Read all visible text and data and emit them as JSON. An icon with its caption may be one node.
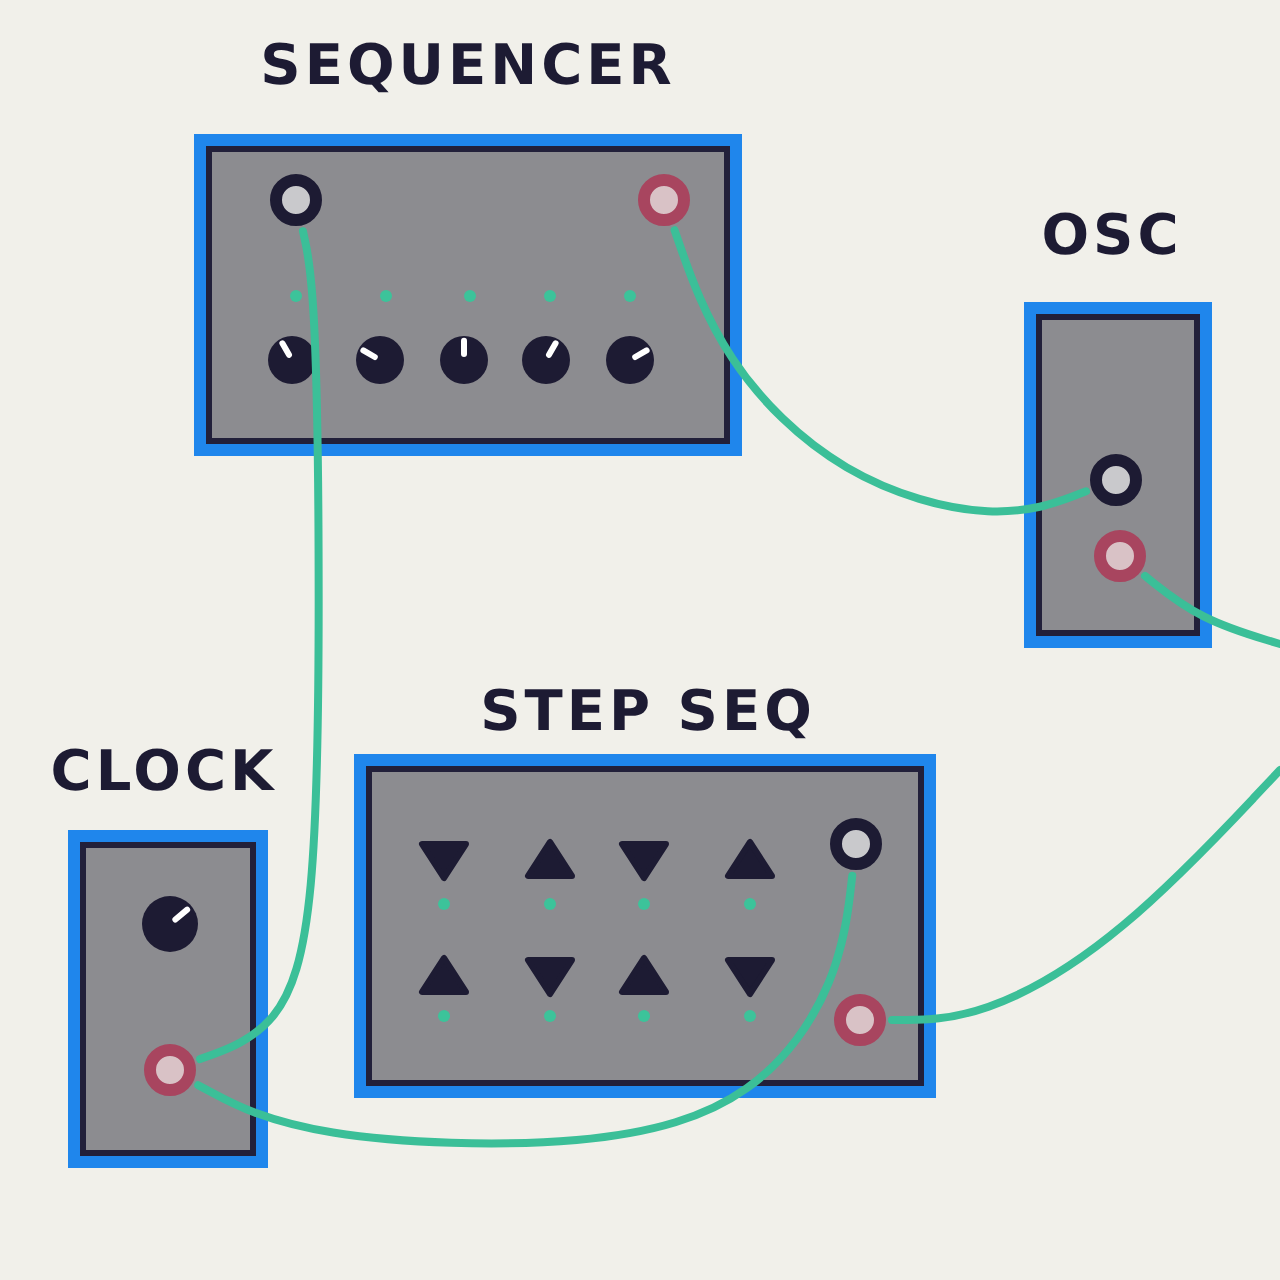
{
  "diagram": {
    "nodes": [
      {
        "text": [
          "SEQUENCER"
        ]
      },
      {
        "text": [],
        "shape": "circle",
        "in": 0
      },
      {
        "text": [],
        "shape": "circle",
        "in": 0
      },
      {
        "text": [
          "OSC"
        ]
      },
      {
        "text": [],
        "shape": "circle",
        "in": 3
      },
      {
        "text": [],
        "shape": "circle",
        "in": 3
      },
      {
        "text": [
          "STEP SEQ"
        ]
      },
      {
        "text": [],
        "shape": "circle",
        "in": 6
      },
      {
        "text": [],
        "shape": "circle",
        "in": 6
      },
      {
        "text": [
          "CLOCK"
        ]
      },
      {
        "text": [],
        "shape": "circle",
        "in": 9
      }
    ],
    "edges": [
      {
        "from": 1,
        "to": 10,
        "arrow": "none"
      },
      {
        "from": 2,
        "to": 4,
        "arrow": "none"
      },
      {
        "from": 5,
        "to": null,
        "arrow": "none"
      },
      {
        "from": 7,
        "to": 10,
        "arrow": "none"
      },
      {
        "from": 8,
        "to": null,
        "arrow": "none"
      }
    ]
  }
}
